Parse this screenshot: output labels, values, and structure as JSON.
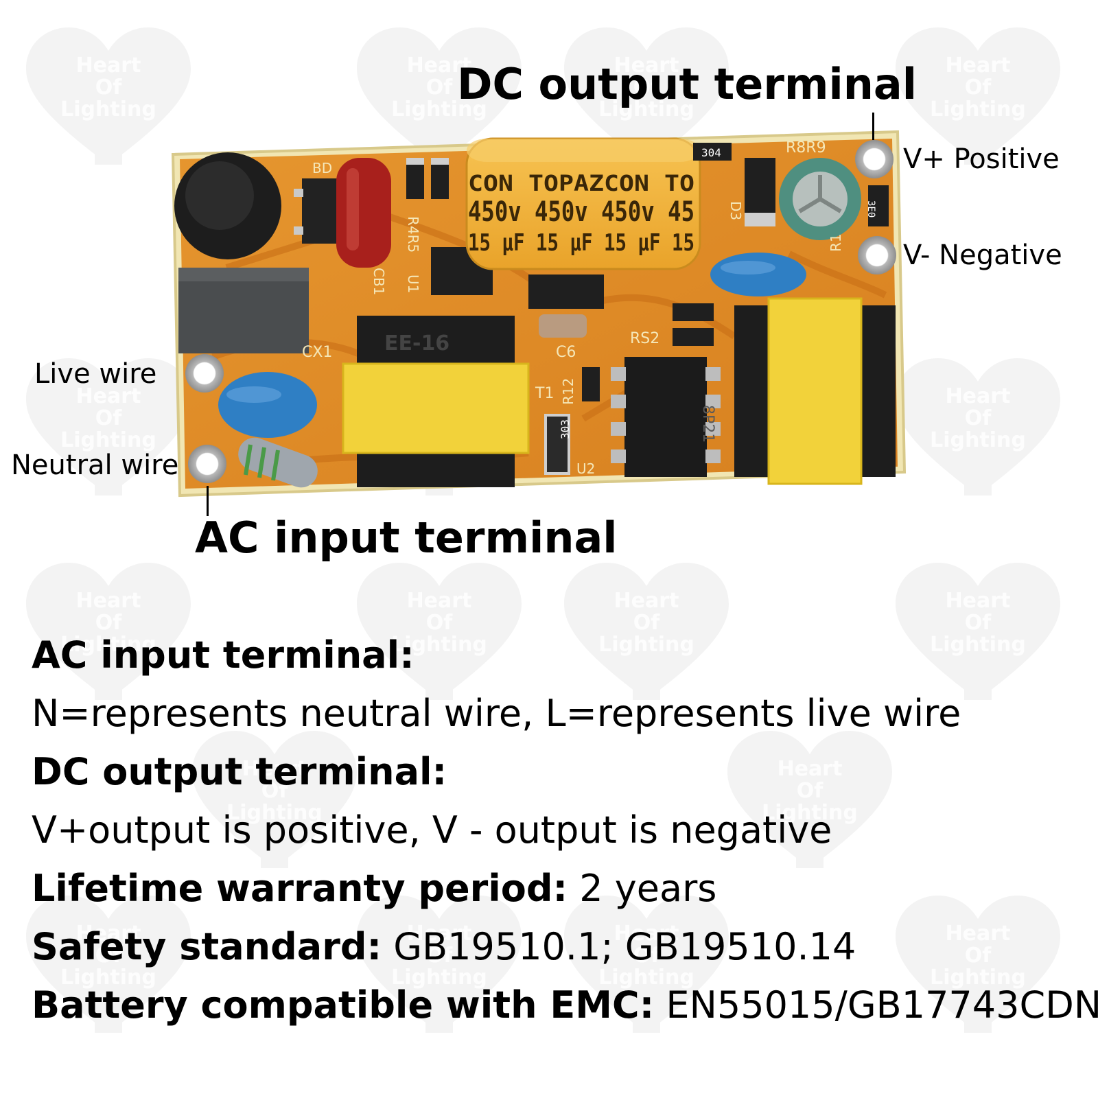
{
  "callouts": {
    "dc_output_terminal": "DC output terminal",
    "ac_input_terminal": "AC input terminal",
    "v_plus_positive": "V+ Positive",
    "v_minus_negative": "V- Negative",
    "live_wire": "Live wire",
    "neutral_wire": "Neutral wire"
  },
  "board": {
    "capacitor_brand": "CON  TOPAZCON  TO",
    "capacitor_voltage": "450v 450v 450v 45",
    "capacitor_capacity": "15 μF  15 μF  15 μF  15",
    "transformer_code": "EE-16",
    "resistor_code_1": "303",
    "resistor_code_2": "304",
    "resistor_code_3": "3E0",
    "chip_code": "8P21",
    "silk_r8r9": "R8R9",
    "silk_bd": "BD",
    "silk_cx1": "CX1",
    "silk_c6": "C6",
    "silk_t1": "T1",
    "silk_r12": "R12",
    "silk_u1": "U1",
    "silk_u2": "U2",
    "silk_rs2": "RS2",
    "silk_d3": "D3",
    "silk_r1": "R1",
    "silk_cb1": "CB1",
    "silk_r4r5": "R4R5"
  },
  "watermark": {
    "line1": "Heart",
    "line2": "Of",
    "line3": "Lighting"
  },
  "specs": [
    {
      "key": "AC input terminal:",
      "value": ""
    },
    {
      "key": "",
      "value": "N=represents neutral wire, L=represents live wire"
    },
    {
      "key": "DC output terminal:",
      "value": ""
    },
    {
      "key": "",
      "value": "V+output is positive, V - output is negative"
    },
    {
      "key": "Lifetime warranty period:",
      "value": " 2 years"
    },
    {
      "key": "Safety standard:",
      "value": " GB19510.1;  GB19510.14"
    },
    {
      "key": "Battery compatible with EMC:",
      "value": " EN55015/GB17743CDN"
    }
  ],
  "colors": {
    "pcb": "#e08a2a",
    "pcb_edge": "#f3e7b4",
    "capacitor_yellow": "#f3b43a",
    "transformer_yellow": "#f2d23a",
    "ceramic_blue": "#2f7fc4",
    "film_red": "#a8201c"
  }
}
